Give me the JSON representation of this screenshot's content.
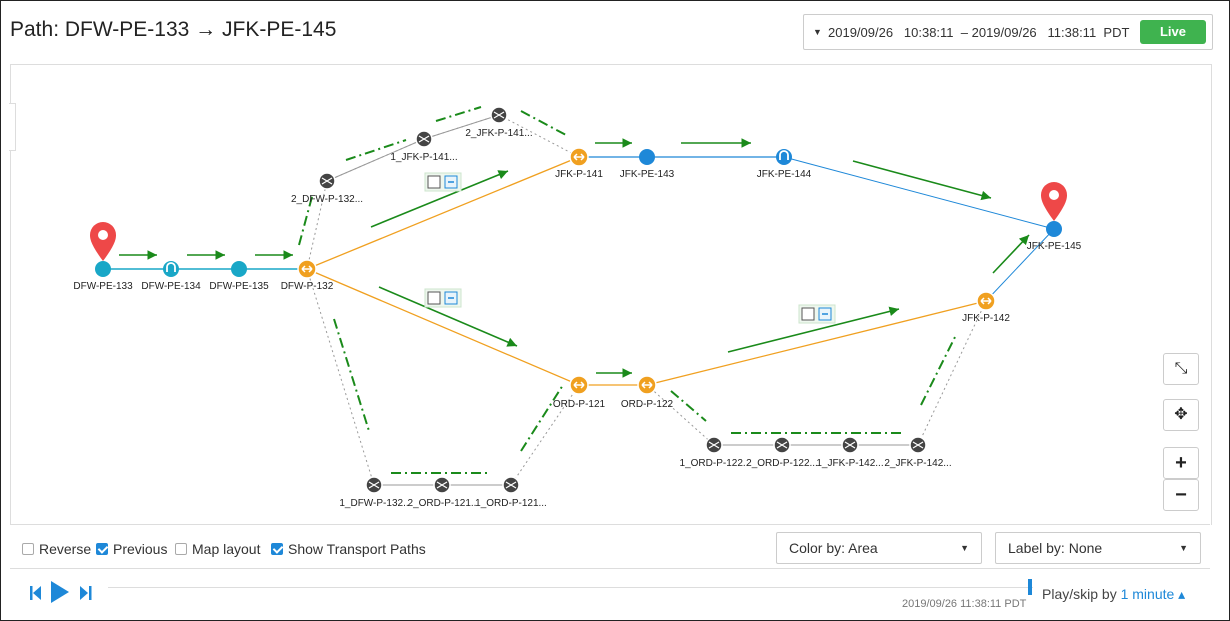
{
  "header": {
    "title": "Path: DFW-PE-133 → JFK-PE-145",
    "time_range": "2019/09/26   10:38:11  – 2019/09/26   11:38:11  PDT",
    "live_label": "Live"
  },
  "nodes": {
    "dfw_pe_133": "DFW-PE-133",
    "dfw_pe_134": "DFW-PE-134",
    "dfw_pe_135": "DFW-PE-135",
    "dfw_p_132": "DFW-P-132",
    "dfw_p_132_2": "2_DFW-P-132...",
    "jfk_p_141_1": "1_JFK-P-141...",
    "jfk_p_141_2": "2_JFK-P-141...",
    "jfk_p_141": "JFK-P-141",
    "jfk_pe_143": "JFK-PE-143",
    "jfk_pe_144": "JFK-PE-144",
    "jfk_pe_145": "JFK-PE-145",
    "jfk_p_142": "JFK-P-142",
    "ord_p_121": "ORD-P-121",
    "ord_p_122": "ORD-P-122",
    "ord_p_122_1": "1_ORD-P-122..",
    "ord_p_122_2": "2_ORD-P-122...",
    "jfk_p_142_1": "1_JFK-P-142...",
    "jfk_p_142_2": "2_JFK-P-142...",
    "dfw_p_132_1": "1_DFW-P-132..",
    "ord_p_121_2": "2_ORD-P-121..",
    "ord_p_121_1": "1_ORD-P-121..."
  },
  "colors": {
    "blue": "#1e88d8",
    "teal": "#19a7c7",
    "orange": "#f0a020",
    "green": "#1a8a1a",
    "pin": "#ee4848",
    "live": "#3fb34f"
  },
  "checkboxes": {
    "reverse": "Reverse",
    "previous": "Previous",
    "map_layout": "Map layout",
    "transport": "Show Transport Paths"
  },
  "selects": {
    "color_by": "Color by: Area",
    "label_by": "Label by: None"
  },
  "playback": {
    "timestamp": "2019/09/26 11:38:11 PDT",
    "skip_prefix": "Play/skip by ",
    "skip_value": "1 minute"
  }
}
